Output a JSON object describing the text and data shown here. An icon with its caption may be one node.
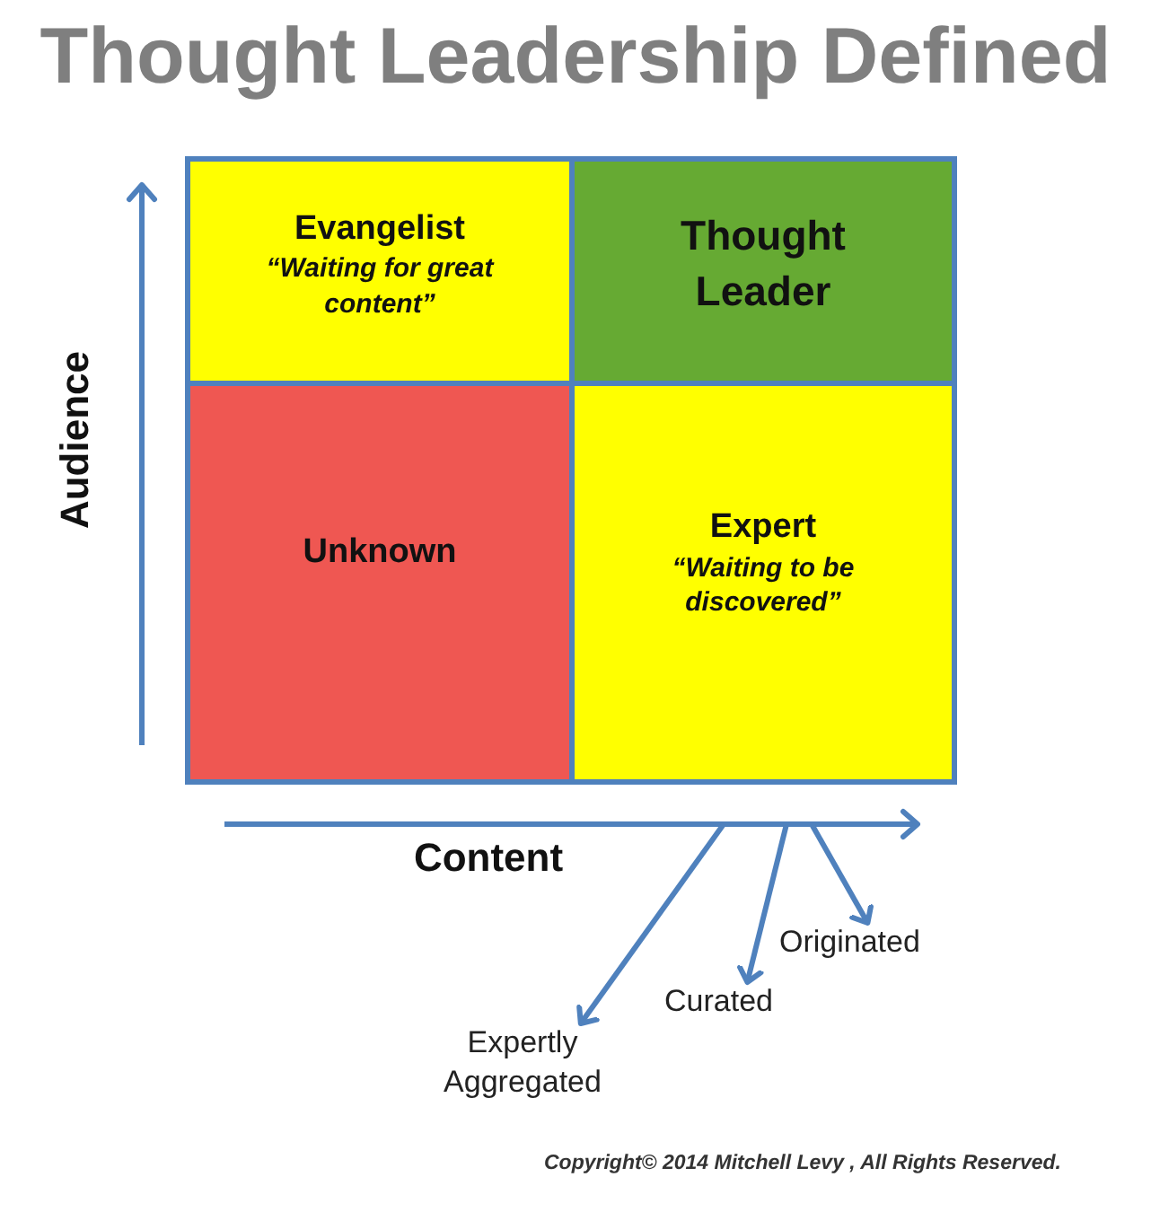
{
  "diagram": {
    "title": "Thought Leadership Defined",
    "nodes": [
      {
        "text": [
          "Evangelist",
          "“Waiting for great content”"
        ]
      },
      {
        "text": [
          "Thought Leader"
        ]
      },
      {
        "text": [
          "Unknown"
        ]
      },
      {
        "text": [
          "Expert",
          "“Waiting to be discovered”"
        ]
      },
      {
        "text": [
          "Expertly Aggregated"
        ]
      },
      {
        "text": [
          "Curated"
        ]
      },
      {
        "text": [
          "Originated"
        ]
      }
    ],
    "edges": [
      {
        "from": null,
        "to": 4,
        "arrow": "to"
      },
      {
        "from": null,
        "to": 5,
        "arrow": "to"
      },
      {
        "from": null,
        "to": 6,
        "arrow": "to"
      }
    ],
    "labels": [
      "Audience",
      "Content",
      "Copyright© 2014 Mitchell Levy , All Rights Reserved."
    ]
  }
}
